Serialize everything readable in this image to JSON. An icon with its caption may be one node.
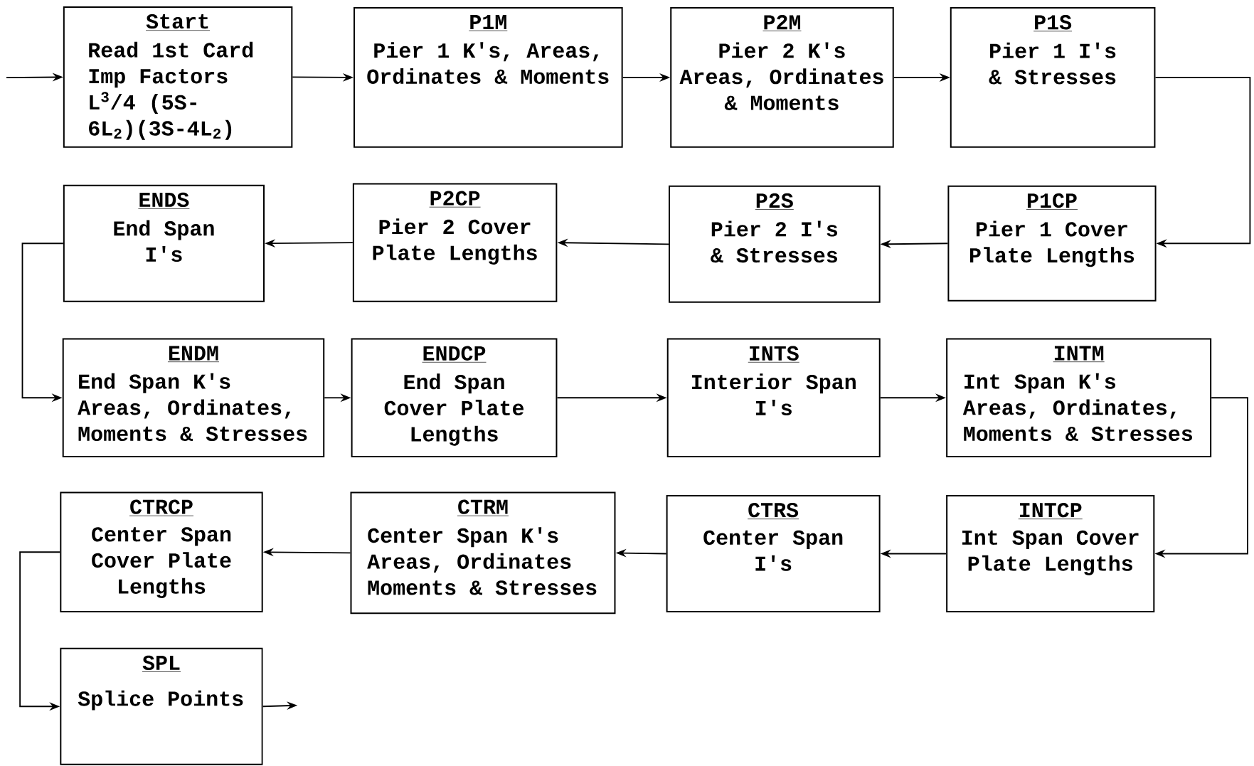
{
  "diagram": {
    "nodes": [
      {
        "text": [
          "Start",
          "Read 1st Card Imp Factors L$^{3}$/4 (5S-6L$_{2}$)(3S-4L$_{2}$)"
        ]
      },
      {
        "text": [
          "P1M",
          "Pier 1 K's, Areas, Ordinates & Moments"
        ]
      },
      {
        "text": [
          "P2M",
          "Pier 2 K's Areas, Ordinates & Moments"
        ]
      },
      {
        "text": [
          "P1S",
          "Pier 1 I's & Stresses"
        ]
      },
      {
        "text": [
          "P1CP",
          "Pier 1 Cover Plate Lengths"
        ]
      },
      {
        "text": [
          "P2S",
          "Pier 2 I's & Stresses"
        ]
      },
      {
        "text": [
          "P2CP",
          "Pier 2 Cover Plate Lengths"
        ]
      },
      {
        "text": [
          "ENDS",
          "End Span I's"
        ]
      },
      {
        "text": [
          "ENDM",
          "End Span K's Areas, Ordinates, Moments & Stresses"
        ]
      },
      {
        "text": [
          "ENDCP",
          "End Span Cover Plate Lengths"
        ]
      },
      {
        "text": [
          "INTS",
          "Interior Span I's"
        ]
      },
      {
        "text": [
          "INTM",
          "Int Span K's Areas, Ordinates, Moments & Stresses"
        ]
      },
      {
        "text": [
          "INTCP",
          "Int Span Cover Plate Lengths"
        ]
      },
      {
        "text": [
          "CTRS",
          "Center Span I's"
        ]
      },
      {
        "text": [
          "CTRM",
          "Center Span K's Areas, Ordinates Moments & Stresses"
        ]
      },
      {
        "text": [
          "CTRCP",
          "Center Span Cover Plate Lengths"
        ]
      },
      {
        "text": [
          "SPL",
          "Splice Points"
        ]
      }
    ],
    "edges": [
      {
        "from": null,
        "to": 0,
        "arrow": "to"
      },
      {
        "from": 0,
        "to": 1,
        "arrow": "to"
      },
      {
        "from": 1,
        "to": 2,
        "arrow": "to"
      },
      {
        "from": 2,
        "to": 3,
        "arrow": "to"
      },
      {
        "from": 3,
        "to": 4,
        "arrow": "to"
      },
      {
        "from": 4,
        "to": 5,
        "arrow": "to"
      },
      {
        "from": 5,
        "to": 6,
        "arrow": "to"
      },
      {
        "from": 6,
        "to": 7,
        "arrow": "to"
      },
      {
        "from": 7,
        "to": 8,
        "arrow": "to"
      },
      {
        "from": 8,
        "to": 9,
        "arrow": "to"
      },
      {
        "from": 9,
        "to": 10,
        "arrow": "to"
      },
      {
        "from": 10,
        "to": 11,
        "arrow": "to"
      },
      {
        "from": 11,
        "to": 12,
        "arrow": "to"
      },
      {
        "from": 12,
        "to": 13,
        "arrow": "to"
      },
      {
        "from": 13,
        "to": 14,
        "arrow": "to"
      },
      {
        "from": 14,
        "to": 15,
        "arrow": "to"
      },
      {
        "from": 15,
        "to": 16,
        "arrow": "to"
      },
      {
        "from": 16,
        "to": null,
        "arrow": "to"
      }
    ]
  }
}
